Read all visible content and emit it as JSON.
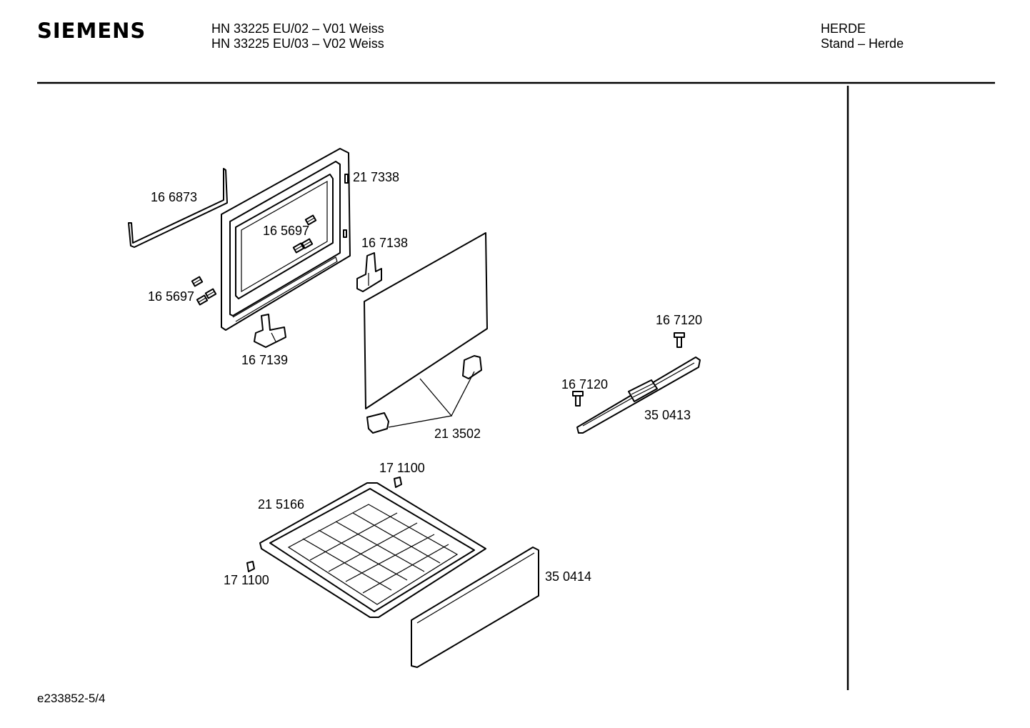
{
  "header": {
    "brand": "SIEMENS",
    "model_lines": [
      "HN 33225 EU/02 – V01 Weiss",
      "HN 33225 EU/03 – V02 Weiss"
    ],
    "category_lines": [
      "HERDE",
      "Stand – Herde"
    ]
  },
  "parts": {
    "door_seal_bar": "16 6873",
    "door_frame": "21 7338",
    "screw_upper": "16 5697",
    "screw_lower": "16 5697",
    "hinge_right": "16 7138",
    "hinge_left": "16 7139",
    "glass_pane": "21 3502",
    "handle_screw_top": "16 7120",
    "handle_screw_left": "16 7120",
    "handle": "35 0413",
    "drawer_clip_top": "17 1100",
    "drawer_clip_left": "17 1100",
    "drawer_tray": "21 5166",
    "drawer_front": "35 0414"
  },
  "footer": {
    "code": "e233852-5/4"
  }
}
